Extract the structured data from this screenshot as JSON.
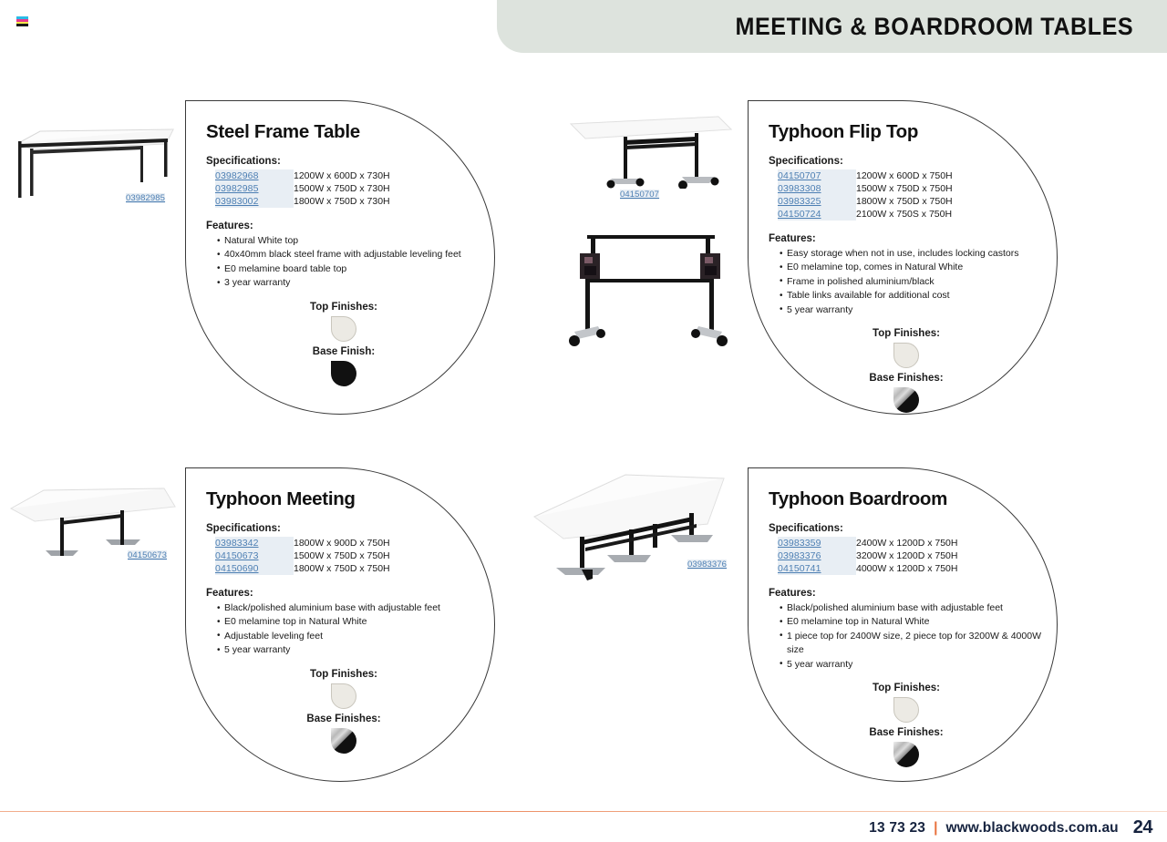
{
  "header": {
    "title": "MEETING & BOARDROOM TABLES",
    "banner_color": "#dde3dd",
    "logo_icon": "cmyk-registration-mark"
  },
  "labels": {
    "specifications": "Specifications:",
    "features": "Features:",
    "top_finishes": "Top Finishes:",
    "top_finish": "Top Finish:",
    "base_finishes": "Base Finishes:",
    "base_finish": "Base Finish:"
  },
  "products": [
    {
      "name": "Steel Frame Table",
      "photo_code": "03982985",
      "specs": [
        {
          "code": "03982968",
          "dimensions": "1200W x 600D x 730H"
        },
        {
          "code": "03982985",
          "dimensions": "1500W x 750D x 730H"
        },
        {
          "code": "03983002",
          "dimensions": "1800W x 750D x 730H"
        }
      ],
      "features": [
        "Natural White top",
        "40x40mm black steel frame with adjustable leveling feet",
        "E0 melamine board table top",
        "3 year warranty"
      ],
      "top_finishes_label": "Top Finishes:",
      "base_finishes_label": "Base Finish:",
      "top_swatch": "natural-white",
      "base_swatch": "black"
    },
    {
      "name": "Typhoon Flip Top",
      "photo_code": "04150707",
      "specs": [
        {
          "code": "04150707",
          "dimensions": "1200W x 600D x 750H"
        },
        {
          "code": "03983308",
          "dimensions": "1500W x 750D x 750H"
        },
        {
          "code": "03983325",
          "dimensions": "1800W x 750D x 750H"
        },
        {
          "code": "04150724",
          "dimensions": "2100W x 750S x 750H"
        }
      ],
      "features": [
        "Easy storage when not in use, includes locking castors",
        "E0 melamine top, comes in Natural White",
        "Frame in polished aluminium/black",
        "Table links available for additional cost",
        "5 year warranty"
      ],
      "top_finishes_label": "Top Finishes:",
      "base_finishes_label": "Base Finishes:",
      "top_swatch": "natural-white",
      "base_swatch": "polished-aluminium-black"
    },
    {
      "name": "Typhoon Meeting",
      "photo_code": "04150673",
      "specs": [
        {
          "code": "03983342",
          "dimensions": "1800W x 900D x 750H"
        },
        {
          "code": "04150673",
          "dimensions": "1500W x 750D x 750H"
        },
        {
          "code": "04150690",
          "dimensions": "1800W x 750D x 750H"
        }
      ],
      "features": [
        "Black/polished aluminium base with adjustable feet",
        "E0 melamine top in Natural White",
        "Adjustable leveling feet",
        "5 year warranty"
      ],
      "top_finishes_label": "Top Finishes:",
      "base_finishes_label": "Base Finishes:",
      "top_swatch": "natural-white",
      "base_swatch": "polished-aluminium-black"
    },
    {
      "name": "Typhoon Boardroom",
      "photo_code": "03983376",
      "specs": [
        {
          "code": "03983359",
          "dimensions": "2400W x 1200D x 750H"
        },
        {
          "code": "03983376",
          "dimensions": "3200W x 1200D x 750H"
        },
        {
          "code": "04150741",
          "dimensions": "4000W x 1200D x 750H"
        }
      ],
      "features": [
        "Black/polished aluminium base with adjustable feet",
        "E0 melamine top in Natural White",
        "1 piece top for 2400W size, 2 piece top for 3200W & 4000W size",
        "5 year warranty"
      ],
      "top_finishes_label": "Top Finishes:",
      "base_finishes_label": "Base Finishes:",
      "top_swatch": "natural-white",
      "base_swatch": "polished-aluminium-black"
    }
  ],
  "footer": {
    "phone": "13 73 23",
    "separator": "|",
    "url": "www.blackwoods.com.au",
    "page_number": "24",
    "accent_color": "#e8713d",
    "text_color": "#16233f"
  }
}
